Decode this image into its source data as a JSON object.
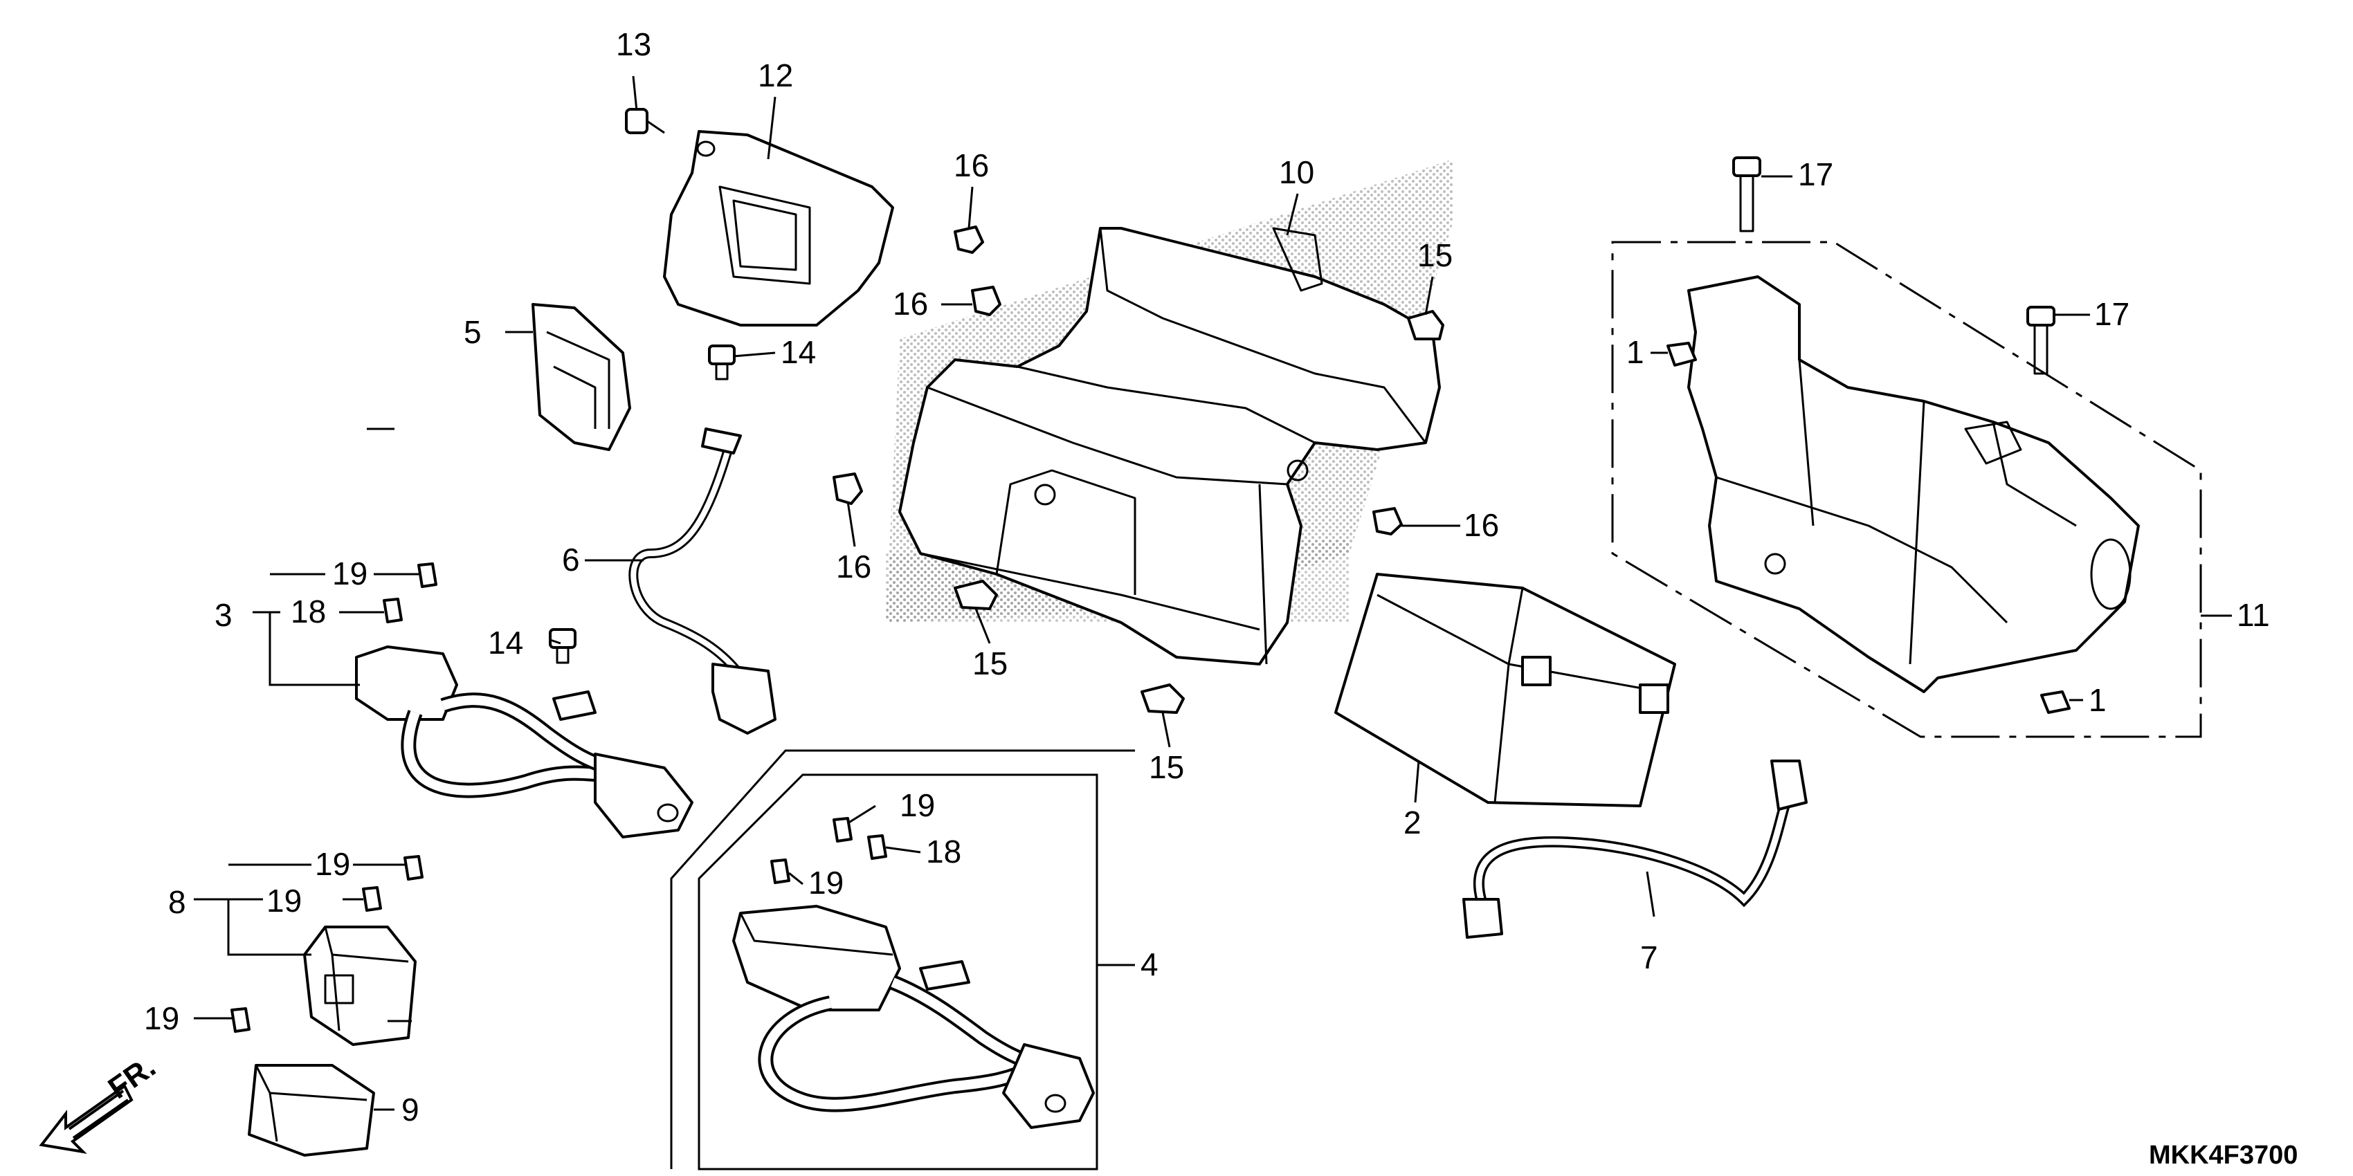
{
  "callouts": {
    "c1a": "1",
    "c1b": "1",
    "c2": "2",
    "c3": "3",
    "c4": "4",
    "c5": "5",
    "c6": "6",
    "c7": "7",
    "c8": "8",
    "c9": "9",
    "c10": "10",
    "c11": "11",
    "c12": "12",
    "c13": "13",
    "c14a": "14",
    "c14b": "14",
    "c15a": "15",
    "c15b": "15",
    "c15c": "15",
    "c16a": "16",
    "c16b": "16",
    "c16c": "16",
    "c16d": "16",
    "c17a": "17",
    "c17b": "17",
    "c18a": "18",
    "c18b": "18",
    "c19a": "19",
    "c19b": "19",
    "c19c": "19",
    "c19d": "19",
    "c19e": "19",
    "c19f": "19"
  },
  "front_indicator": "FR.",
  "diagram_code": "MKK4F3700"
}
